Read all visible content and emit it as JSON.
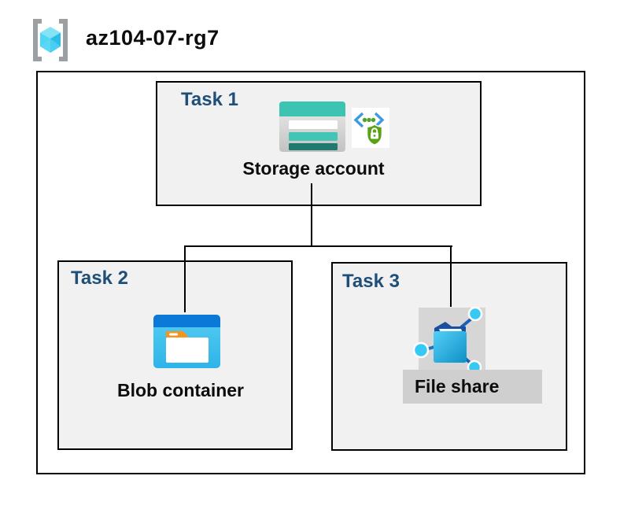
{
  "header": {
    "resource_group_name": "az104-07-rg7"
  },
  "tasks": [
    {
      "label": "Task 1",
      "resource": "Storage account",
      "icons": [
        "storage-account-icon",
        "secure-access-icon"
      ]
    },
    {
      "label": "Task 2",
      "resource": "Blob container",
      "icons": [
        "blob-container-icon"
      ]
    },
    {
      "label": "Task 3",
      "resource": "File share",
      "icons": [
        "file-share-icon"
      ]
    }
  ],
  "connections": [
    {
      "from": "Storage account",
      "to": "Blob container"
    },
    {
      "from": "Storage account",
      "to": "File share"
    }
  ],
  "colors": {
    "task_label_navy": "#1F4E79",
    "task_box_fill": "#F1F1F1",
    "border_black": "#000000",
    "storage_teal": "#3CC3B1",
    "storage_teal_dark": "#20796F",
    "blob_top_blue": "#0A79D8",
    "blob_body_blue": "#3EBEF0",
    "file_share_cyan": "#35C9F4",
    "file_share_flap_navy": "#1C4E9E",
    "security_bracket_blue": "#3D9BE2",
    "security_green": "#57A314",
    "resource_group_cube_cyan": "#4ED7F4",
    "file_share_label_bg": "#CFCFCF"
  }
}
